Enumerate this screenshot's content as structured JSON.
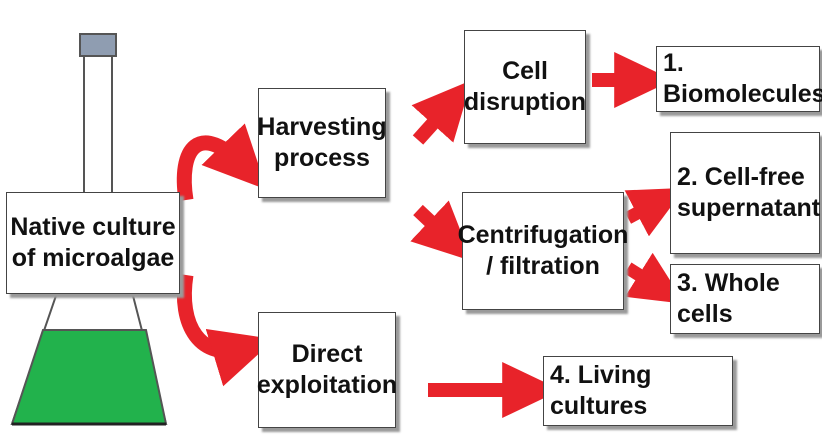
{
  "nodes": {
    "native_culture": "Native culture\nof microalgae",
    "harvesting": "Harvesting\nprocess",
    "direct": "Direct\nexploitation",
    "cell_disruption": "Cell\ndisruption",
    "centrifugation": "Centrifugation\n/ filtration",
    "biomolecules": "1. Biomolecules",
    "cell_free": "2. Cell-free\nsupernatant",
    "whole_cells": "3. Whole cells",
    "living_cultures": "4. Living cultures"
  },
  "colors": {
    "arrow_red": "#e8232a",
    "culture_green": "#22b24c",
    "flask_cap": "#8f9db1",
    "text": "#111111"
  },
  "icons": {
    "flask": "erlenmeyer-flask-icon"
  }
}
